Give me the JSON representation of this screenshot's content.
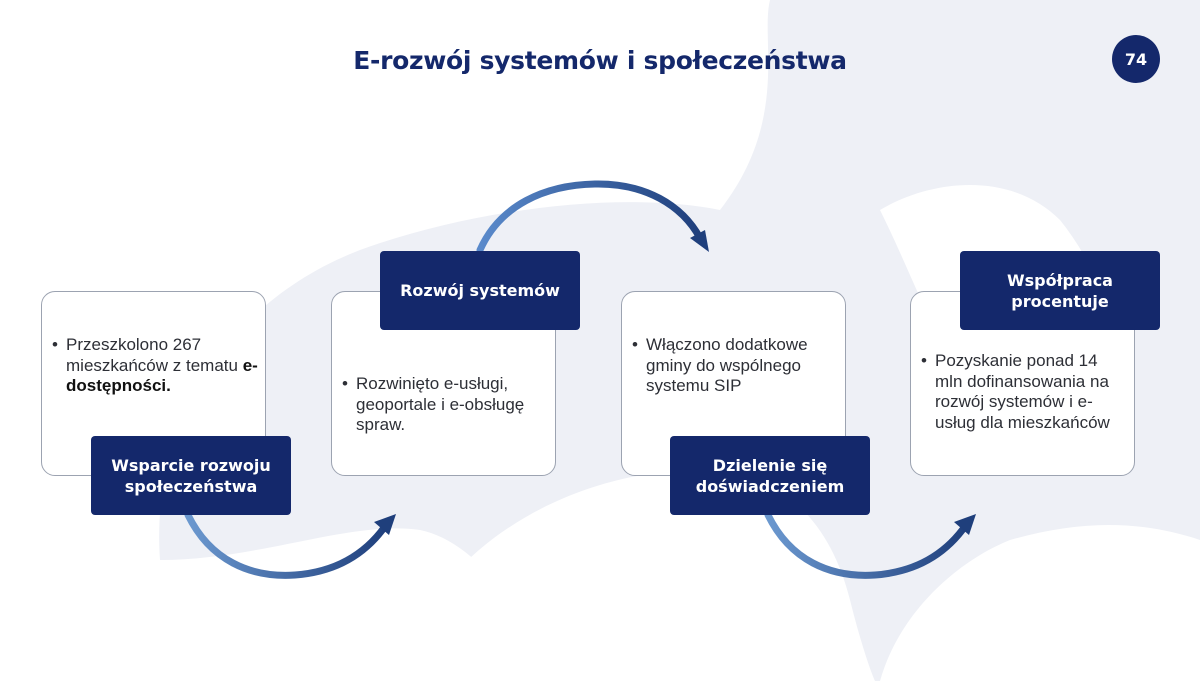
{
  "slide": {
    "title": "E-rozwój systemów i społeczeństwa",
    "page_number": "74"
  },
  "colors": {
    "navy": "#14286b",
    "arrow_light": "#6b98cf",
    "arrow_dark": "#1f3f7c",
    "background_shape": "#eef0f6"
  },
  "steps": [
    {
      "label": "Wsparcie rozwoju społeczeństwa",
      "text_plain": "Przeszkolono 267 mieszkańców z tematu",
      "text_bold": "e-dostępności."
    },
    {
      "label": "Rozwój systemów",
      "text_plain": "Rozwinięto e-usługi, geoportale i e-obsługę spraw.",
      "text_bold": ""
    },
    {
      "label": "Dzielenie się doświadczeniem",
      "text_plain": "Włączono dodatkowe gminy do wspólnego systemu SIP",
      "text_bold": ""
    },
    {
      "label": "Współpraca procentuje",
      "text_plain": "Pozyskanie ponad 14 mln dofinansowania na rozwój systemów i e-usług dla mieszkańców",
      "text_bold": ""
    }
  ]
}
